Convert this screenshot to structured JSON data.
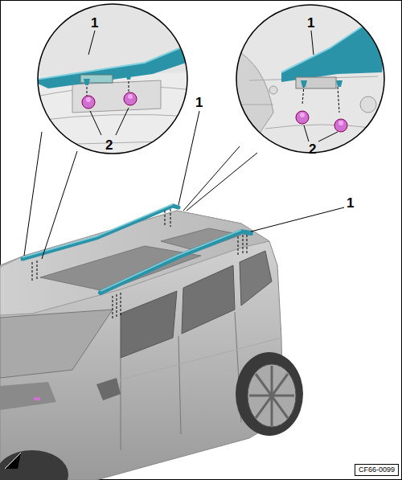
{
  "diagram": {
    "nodes": [
      {
        "text": [
          "CF66-0099"
        ]
      }
    ],
    "labels": [
      "1",
      "2",
      "1",
      "2",
      "1",
      "1"
    ]
  }
}
